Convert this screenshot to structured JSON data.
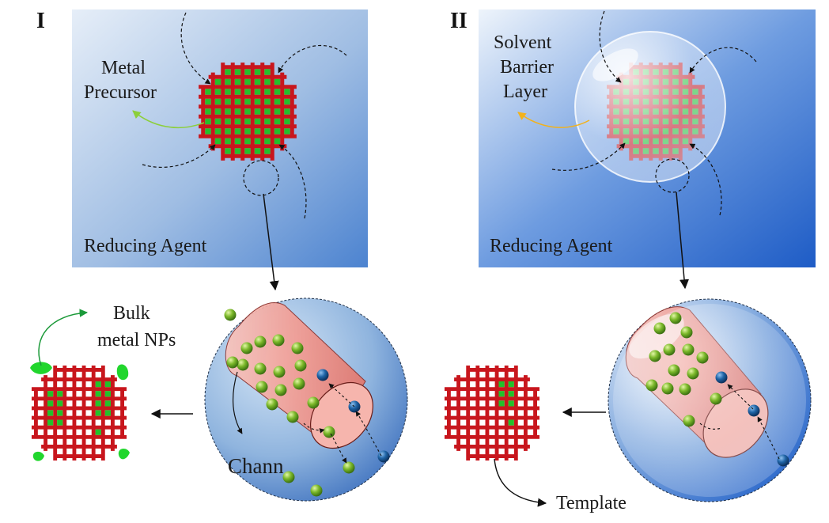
{
  "panels": {
    "I": {
      "roman": "I",
      "precursor_label": [
        "Metal",
        "Precursor"
      ],
      "reducing_label": "Reducing Agent"
    },
    "II": {
      "roman": "II",
      "barrier_label": [
        "Solvent",
        "Barrier",
        "Layer"
      ],
      "reducing_label": "Reducing Agent"
    }
  },
  "bottom": {
    "bulk_label": [
      "Bulk",
      "metal NPs"
    ],
    "channel_label": "Chann",
    "template_label": "Template"
  },
  "colors": {
    "framework_red": "#c8161d",
    "pore_green": "#22c12a",
    "particle_green": "#6aa81e",
    "particle_blue": "#1d5f9a",
    "channel_pink": "#f4a9a2"
  }
}
